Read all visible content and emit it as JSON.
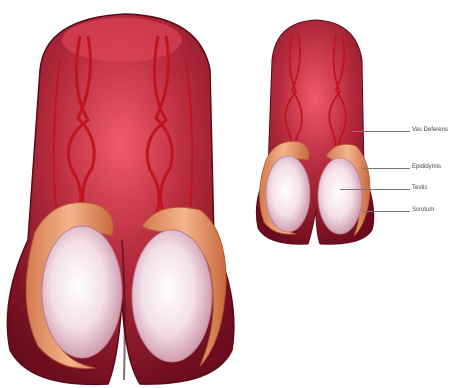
{
  "labels": {
    "vas_deferens": "Vas Deferens",
    "epididymis": "Epididymis",
    "testis": "Testis",
    "scrotum": "Scrotum"
  },
  "colors": {
    "scrotum_outer": "#7a0f22",
    "scrotum_mid": "#b0273a",
    "scrotum_inner": "#e04b5c",
    "vessel": "#c0141f",
    "epididymis": "#e59a6c",
    "testis": "#f6e6ee",
    "label_text": "#444444"
  }
}
